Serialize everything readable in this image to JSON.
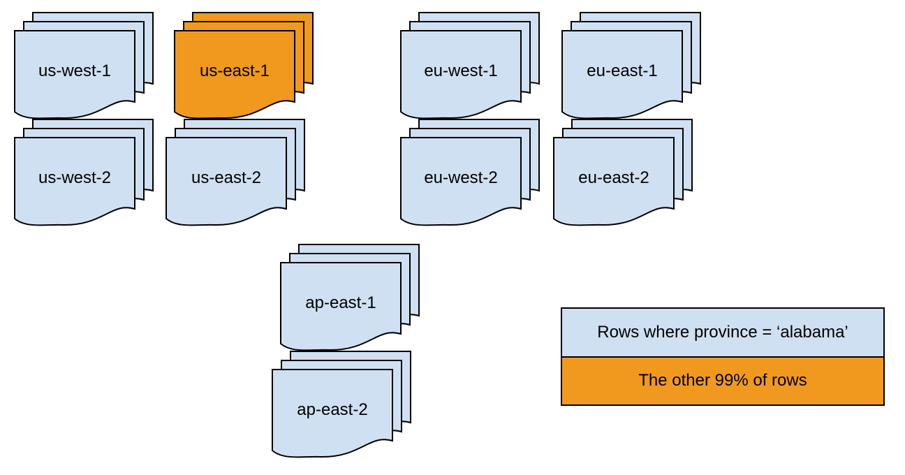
{
  "diagram_title": "",
  "colors": {
    "doc_blue": "#CFE0F2",
    "doc_orange": "#F0991E",
    "stroke": "#000000",
    "background": "#FFFFFF",
    "text": "#000000"
  },
  "stacks": [
    {
      "label": "us-west-1",
      "variant": "blue"
    },
    {
      "label": "us-east-1",
      "variant": "orange"
    },
    {
      "label": "eu-west-1",
      "variant": "blue"
    },
    {
      "label": "eu-east-1",
      "variant": "blue"
    },
    {
      "label": "us-west-2",
      "variant": "blue"
    },
    {
      "label": "us-east-2",
      "variant": "blue"
    },
    {
      "label": "eu-west-2",
      "variant": "blue"
    },
    {
      "label": "eu-east-2",
      "variant": "blue"
    },
    {
      "label": "ap-east-1",
      "variant": "blue"
    },
    {
      "label": "ap-east-2",
      "variant": "blue"
    }
  ],
  "legend": {
    "items": [
      {
        "label": "Rows where province = ‘alabama’",
        "color_ref": "doc_blue"
      },
      {
        "label": "The other 99% of rows",
        "color_ref": "doc_orange"
      }
    ]
  }
}
